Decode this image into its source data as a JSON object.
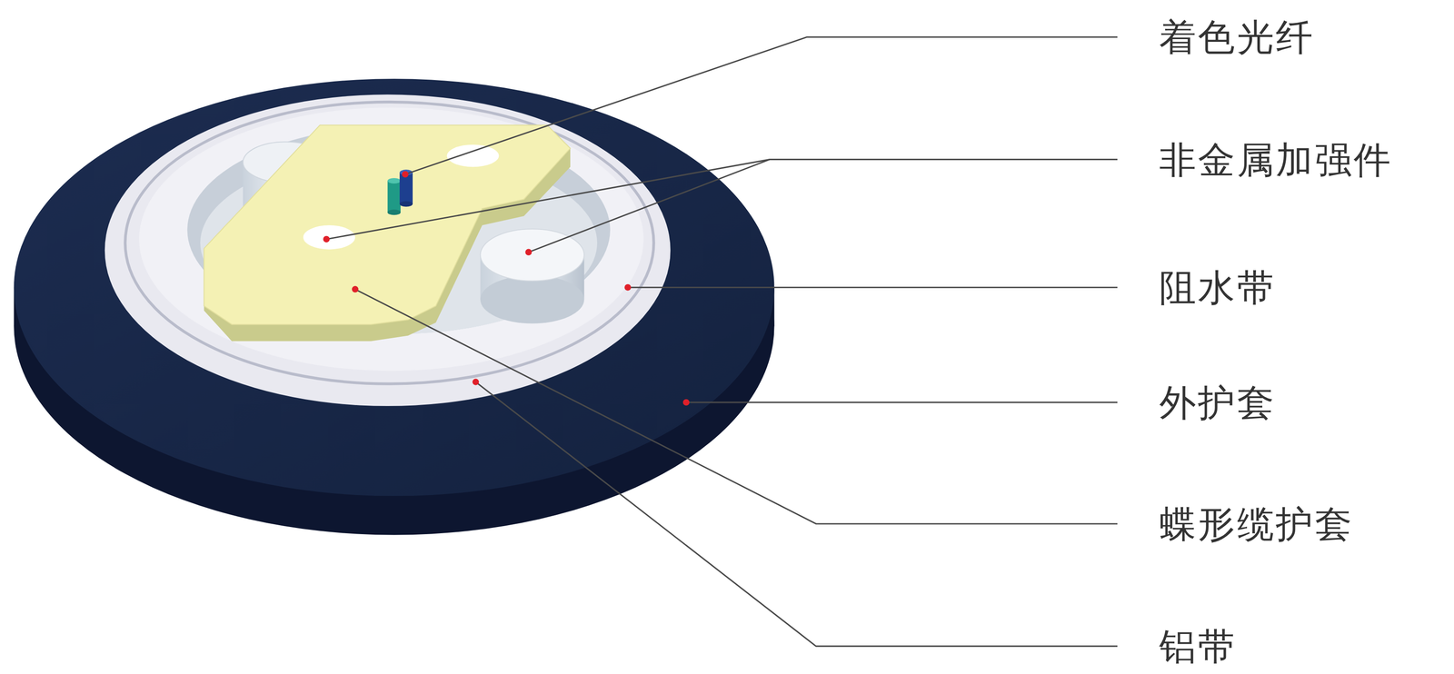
{
  "diagram": {
    "labels": [
      "着色光纤",
      "非金属加强件",
      "阻水带",
      "外护套",
      "蝶形缆护套",
      "铝带"
    ]
  }
}
